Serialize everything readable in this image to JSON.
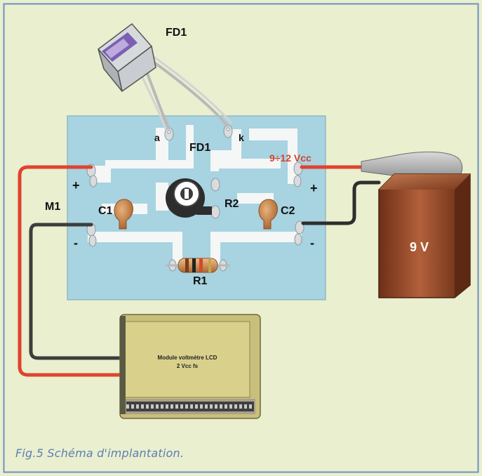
{
  "figure": {
    "caption": "Fig.5 Schéma d'implantation."
  },
  "labels": {
    "fd1_sensor": "FD1",
    "fd1_board": "FD1",
    "pad_a": "a",
    "pad_k": "k",
    "supply": "9÷12 Vcc",
    "plus_left": "+",
    "plus_right": "+",
    "minus_left": "-",
    "minus_right": "-",
    "m1": "M1",
    "c1": "C1",
    "c2": "C2",
    "r1": "R1",
    "r2": "R2",
    "battery": "9 V",
    "lcd_line1": "Module voltmètre LCD",
    "lcd_line2": "2 Vcc fs"
  },
  "colors": {
    "background": "#e9efcf",
    "border": "#7090c0",
    "pcb": "#a8d3e1",
    "trace": "#f4f7f6",
    "wire_red": "#e0432e",
    "wire_black": "#3d3d3d",
    "supply_label": "#d8432a",
    "caption": "#5e7fb1",
    "battery": "#9a4b2c",
    "lcd": "#d9d08c"
  }
}
